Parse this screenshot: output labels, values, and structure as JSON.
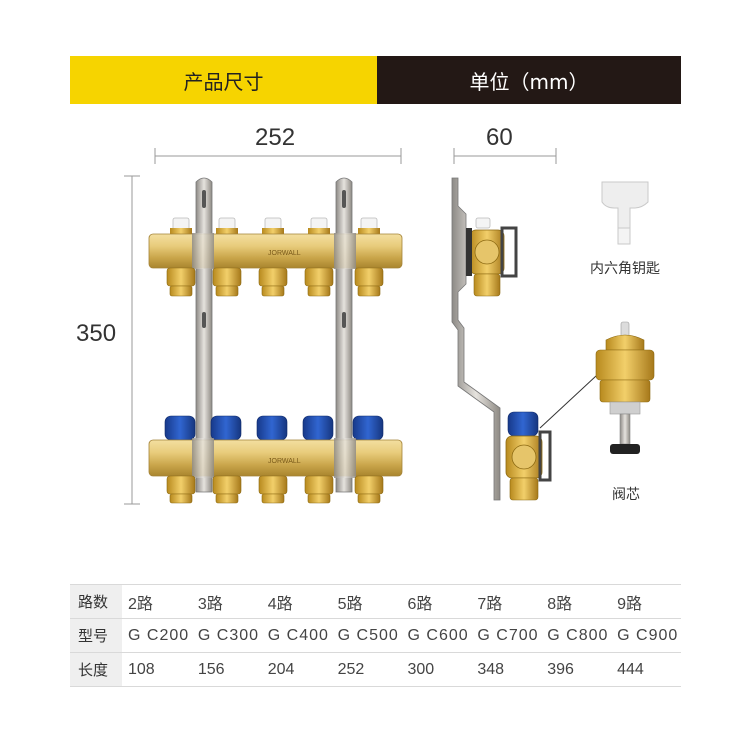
{
  "header": {
    "left_title": "产品尺寸",
    "right_title": "单位（mm）"
  },
  "dimensions": {
    "width_front": "252",
    "width_side": "60",
    "height": "350"
  },
  "captions": {
    "key": "内六角钥匙",
    "valve_core": "阀芯"
  },
  "brand": {
    "logo_text": "JORWALL"
  },
  "colors": {
    "header_left": "#f6d400",
    "header_right": "#231815",
    "brass": "#d9b75a",
    "valve_blue": "#1f4fae"
  },
  "spec_table": {
    "row_labels": [
      "路数",
      "型号",
      "长度"
    ],
    "loops": [
      "2路",
      "3路",
      "4路",
      "5路",
      "6路",
      "7路",
      "8路",
      "9路"
    ],
    "models": [
      "G C200",
      "G C300",
      "G C400",
      "G C500",
      "G C600",
      "G C700",
      "G C800",
      "G C900"
    ],
    "lengths": [
      "108",
      "156",
      "204",
      "252",
      "300",
      "348",
      "396",
      "444"
    ]
  }
}
